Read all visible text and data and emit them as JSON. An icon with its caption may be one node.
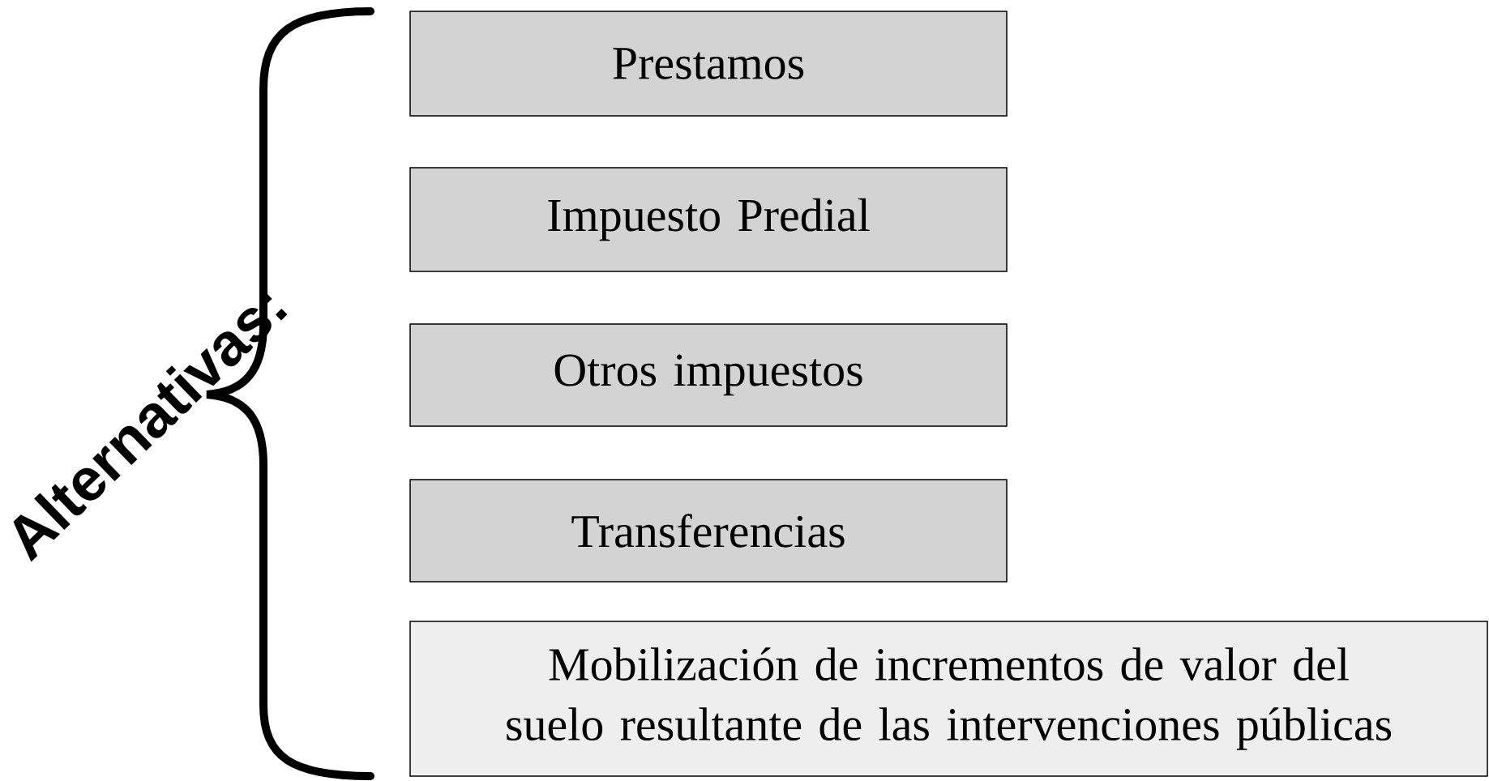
{
  "diagram": {
    "nodes": [
      {
        "text": [
          "Prestamos"
        ]
      },
      {
        "text": [
          "Impuesto Predial"
        ]
      },
      {
        "text": [
          "Otros impuestos"
        ]
      },
      {
        "text": [
          "Transferencias"
        ]
      },
      {
        "text": [
          "Mobilización de incrementos de valor del suelo resultante de las intervenciones públicas"
        ]
      }
    ],
    "labels": [
      "Alternativas:"
    ]
  }
}
